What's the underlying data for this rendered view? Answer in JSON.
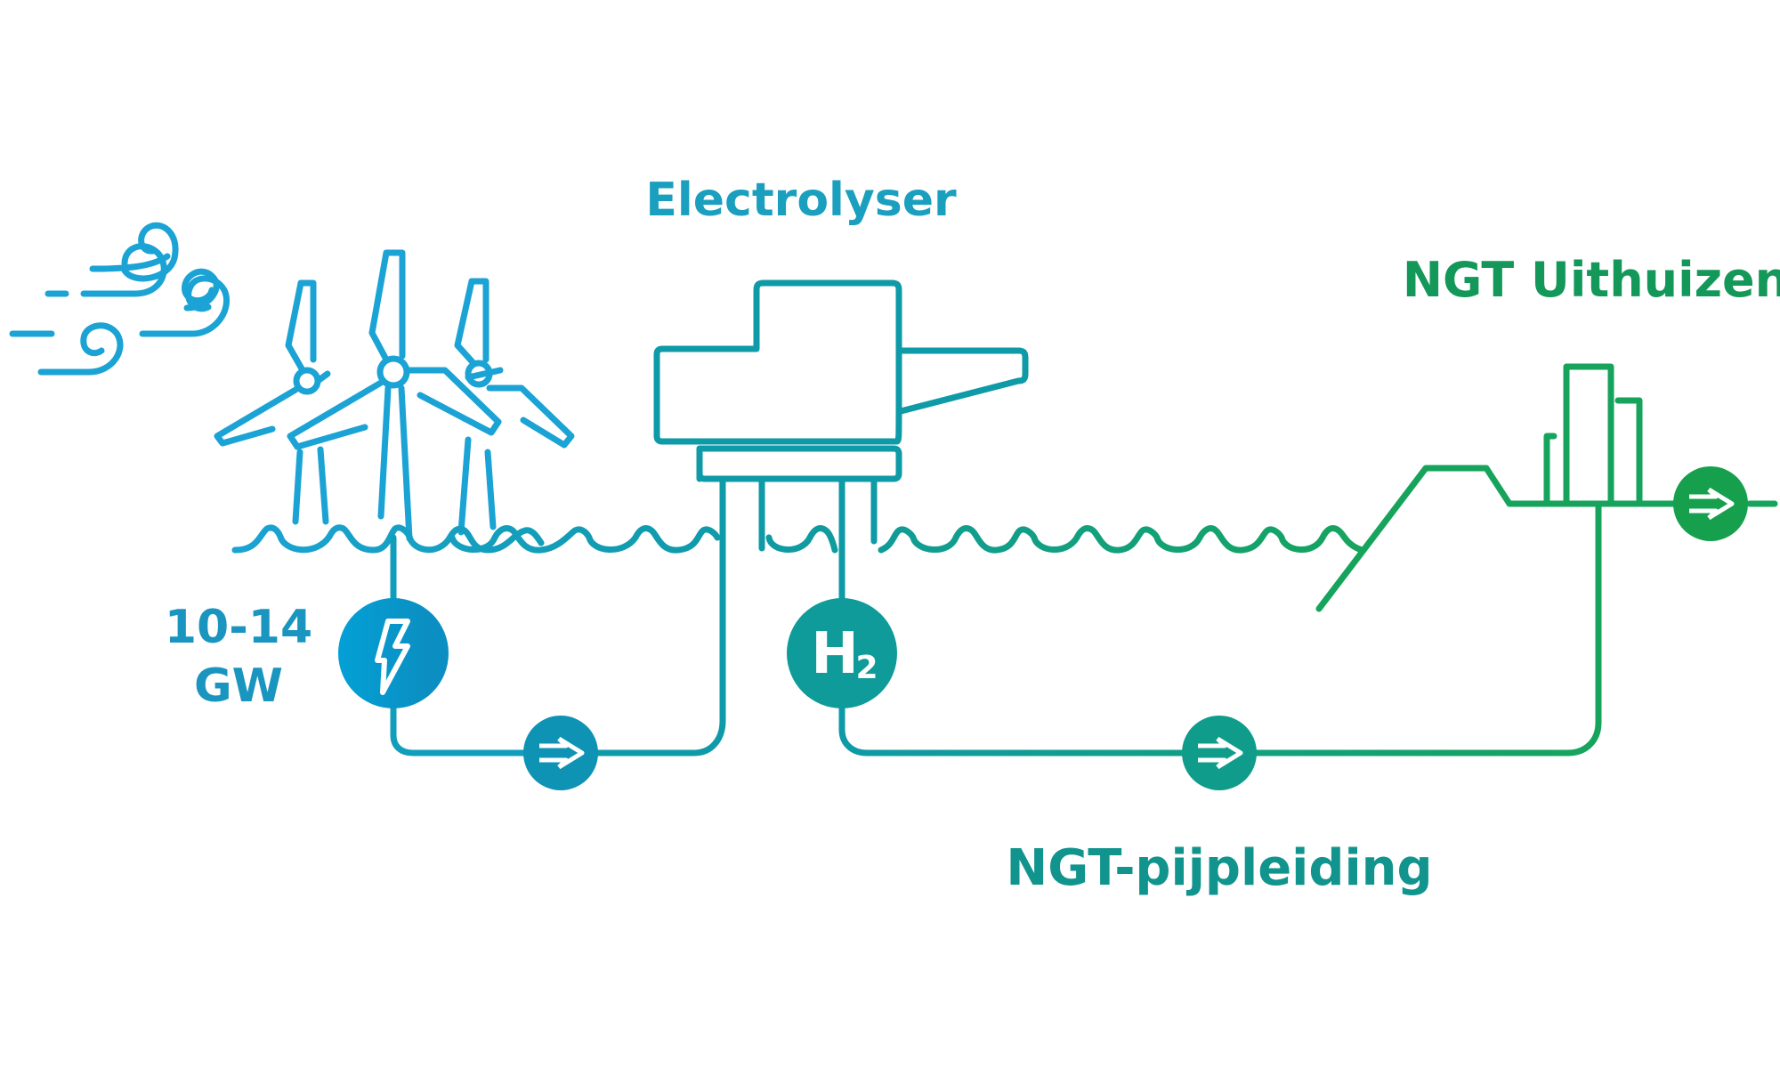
{
  "labels": {
    "electrolyser": "Electrolyser",
    "terminal": "NGT Uithuizen",
    "pipeline": "NGT-pijpleiding",
    "capacity_line1": "10-14",
    "capacity_line2": "GW",
    "hydrogen_main": "H",
    "hydrogen_sub": "2"
  },
  "colors": {
    "wind": "#1aa3d4",
    "cable": "#119ebc",
    "platform": "#0e9aa7",
    "pipeline": "#12a08a",
    "shore": "#16a45c",
    "power_node": "#0598cc",
    "h2_node": "#0e9b99",
    "label_blue": "#1a95bf",
    "label_teal": "#10948d",
    "label_green": "#13985a"
  },
  "icons": {
    "wind_gusts": "wind-icon",
    "turbines": "wind-turbine-icon",
    "power": "lightning-icon",
    "flow": "arrow-right-icon",
    "hydrogen": "h2-icon",
    "factory": "factory-icon"
  }
}
